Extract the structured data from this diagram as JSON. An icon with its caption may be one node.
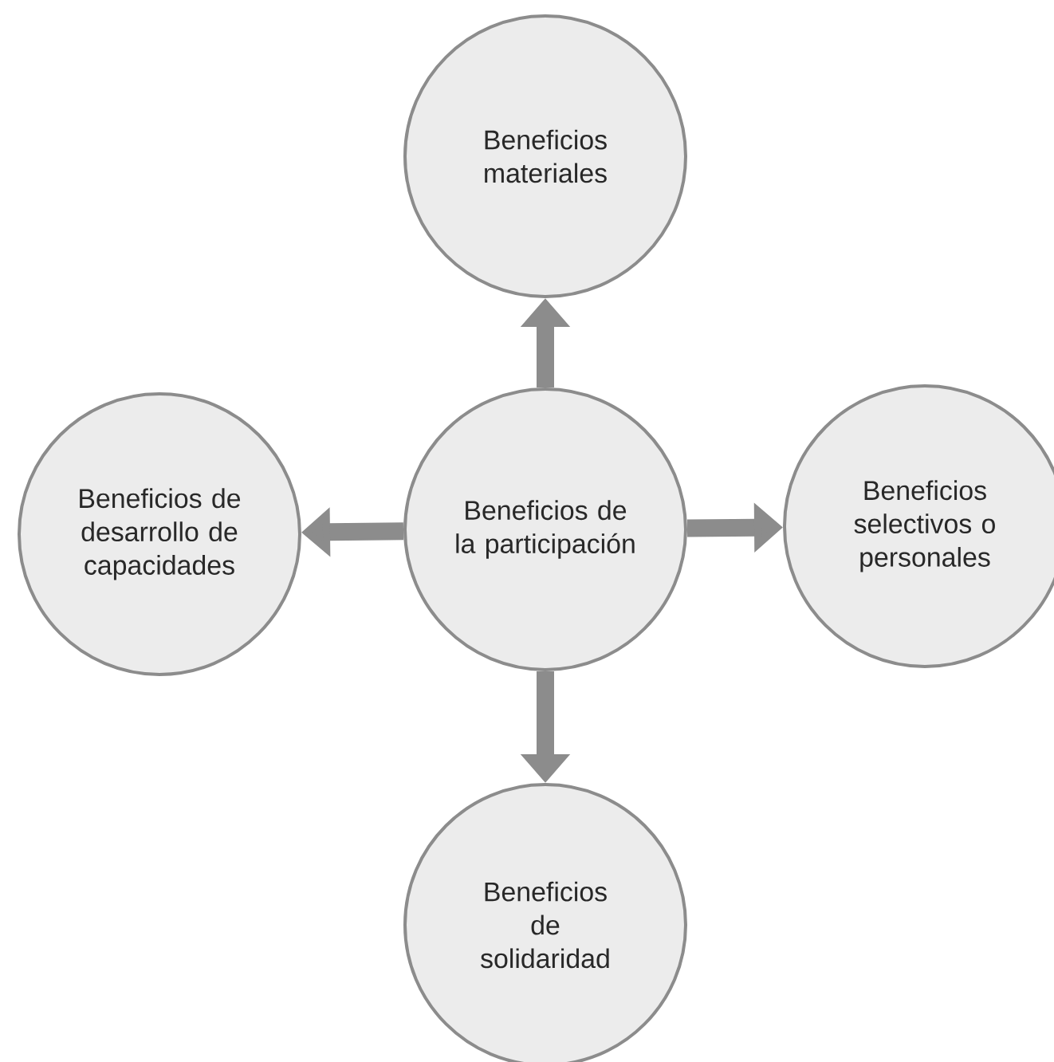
{
  "diagram": {
    "nodes": [
      {
        "text": [
          "Beneficios materiales"
        ]
      },
      {
        "text": [
          "Beneficios de desarrollo de capacidades"
        ]
      },
      {
        "text": [
          "Beneficios de la participación"
        ]
      },
      {
        "text": [
          "Beneficios selectivos o personales"
        ]
      },
      {
        "text": [
          "Beneficios de solidaridad"
        ]
      }
    ],
    "edges": [
      {
        "from": 2,
        "to": 0,
        "arrow": "to"
      },
      {
        "from": 2,
        "to": 1,
        "arrow": "to"
      },
      {
        "from": 2,
        "to": 3,
        "arrow": "to"
      },
      {
        "from": 2,
        "to": 4,
        "arrow": "to"
      }
    ]
  }
}
